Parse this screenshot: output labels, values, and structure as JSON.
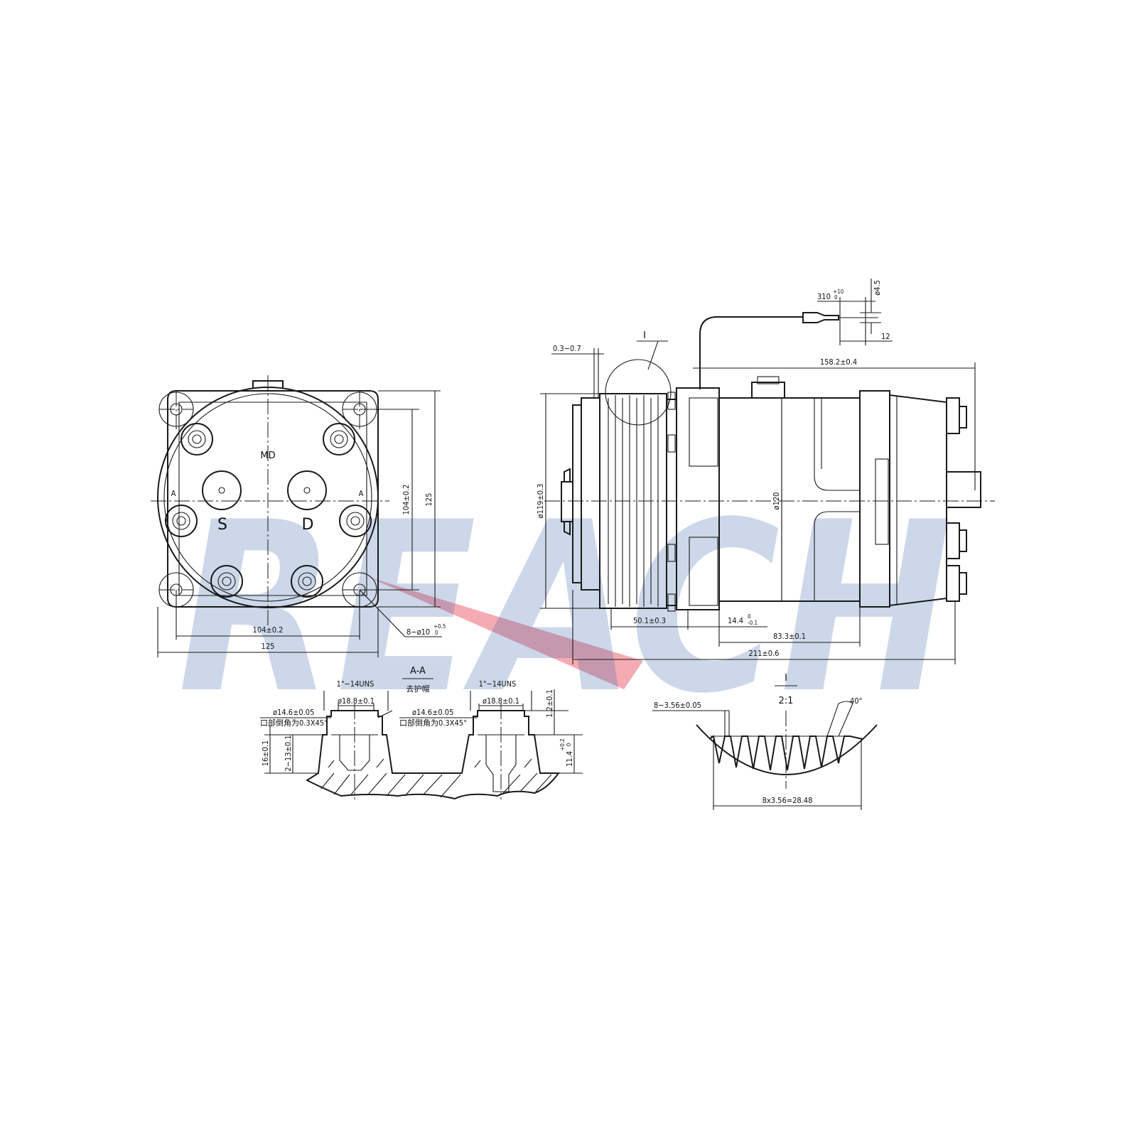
{
  "watermark": {
    "text": "REACH",
    "color": "#2f5fa8",
    "accent_color": "#e8384b"
  },
  "front_view": {
    "center_label": "MD",
    "suction_port": "S",
    "discharge_port": "D",
    "section_mark_left": "A",
    "section_mark_right": "A",
    "dims": {
      "bolt_spacing_vertical": "104±0.2",
      "height": "125",
      "bolt_spacing_horizontal": "104±0.2",
      "width": "125",
      "mount_holes_main": "8−ø10",
      "mount_holes_tol": "+0.5",
      "mount_holes_tol_low": "0"
    }
  },
  "side_view": {
    "detail_label": "I",
    "dims": {
      "wire_length_main": "310",
      "wire_length_tol": "+10",
      "wire_length_tol_low": "0",
      "terminal_diameter": "ø4.5",
      "terminal_length": "12",
      "clutch_gap": "0.3−0.7",
      "wire_exit_length": "158.2±0.4",
      "pulley_diameter": "ø119±0.3",
      "body_diameter": "ø120",
      "pulley_offset": "50.1±0.3",
      "flange_width_main": "14.4",
      "flange_width_tol": "0",
      "flange_width_tol_low": "-0.1",
      "body_length": "83.3±0.1",
      "overall_length": "211±0.6"
    }
  },
  "section_view": {
    "title": "A-A",
    "subtitle": "去护帽",
    "left_port": {
      "thread": "1\"−14UNS",
      "bore": "ø18.8±0.1",
      "inner": "ø14.6±0.05",
      "chamfer_note": "口部倒角为0.3X45°"
    },
    "right_port": {
      "thread": "1\"−14UNS",
      "bore": "ø18.8±0.1",
      "inner": "ø14.6±0.05",
      "chamfer_note": "口部倒角为0.3X45°"
    },
    "dims": {
      "depth_total": "16±0.1",
      "depth_inner": "2−13±0.1",
      "lip_height": "1.2±0.1",
      "right_depth_main": "11.4",
      "right_depth_tol": "+0.2",
      "right_depth_tol_low": "0"
    }
  },
  "detail_view": {
    "label": "I",
    "scale": "2:1",
    "groove_spec": "8−3.56±0.05",
    "angle": "40°",
    "pitch_total": "8x3.56=28.48"
  }
}
